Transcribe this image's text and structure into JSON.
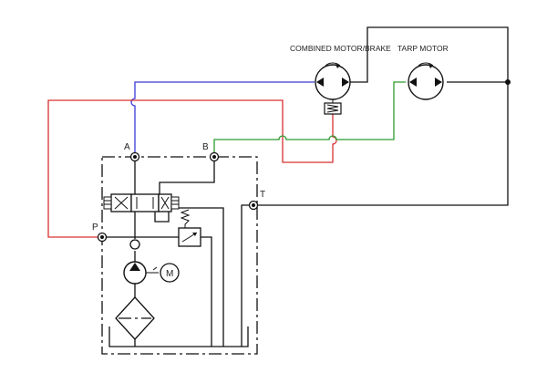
{
  "labels": {
    "combined_motor_brake": "COMBINED MOTOR/BRAKE",
    "tarp_motor": "TARP MOTOR",
    "port_a": "A",
    "port_b": "B",
    "port_t": "T",
    "port_p": "P",
    "electric_motor": "M"
  },
  "line_colors": {
    "a_line": "#3a3ad8",
    "b_line": "#2e9a2e",
    "p_line": "#d93030",
    "tank_line": "#111111"
  }
}
